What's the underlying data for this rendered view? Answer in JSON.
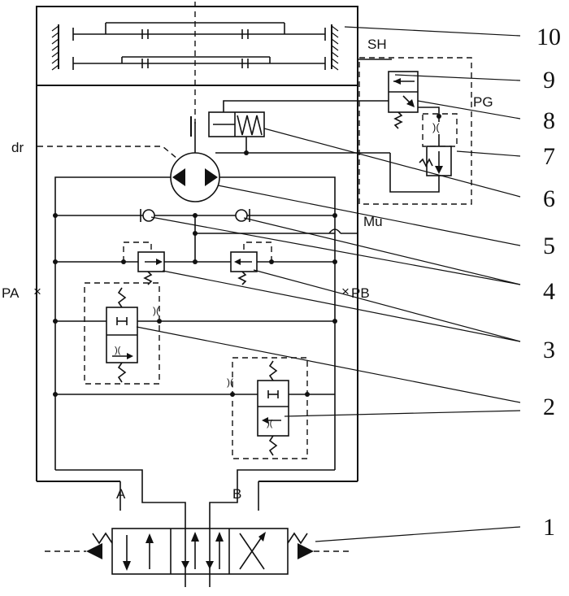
{
  "port_labels": {
    "SH": "SH",
    "PG": "PG",
    "dr": "dr",
    "Mu": "Mu",
    "PA": "PA",
    "PB": "PB",
    "A": "A",
    "B": "B"
  },
  "callouts": [
    "1",
    "2",
    "3",
    "4",
    "5",
    "6",
    "7",
    "8",
    "9",
    "10"
  ]
}
